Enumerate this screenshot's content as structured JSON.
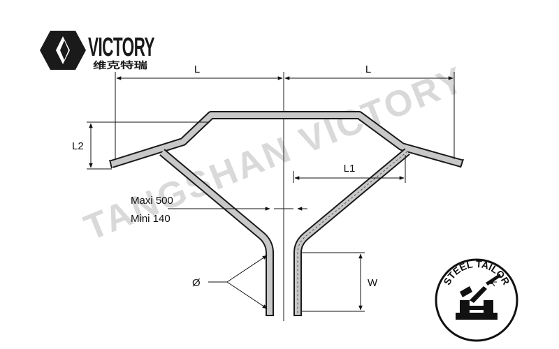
{
  "logo": {
    "brand": "VICTORY",
    "chinese": "维克特瑞"
  },
  "watermark": "TANGSHAN VICTORY",
  "dimensions": {
    "L_left": "L",
    "L_right": "L",
    "L1": "L1",
    "L2": "L2",
    "W": "W",
    "diameter": "Ø",
    "maxi": "Maxi 500",
    "mini": "Mini 140"
  },
  "badge": {
    "text": "STEEL TAILOR"
  },
  "colors": {
    "bar_fill": "#c8c8c8",
    "bar_stroke": "#1a1a1a",
    "dim_line": "#111111",
    "watermark": "#d9d9d9"
  }
}
